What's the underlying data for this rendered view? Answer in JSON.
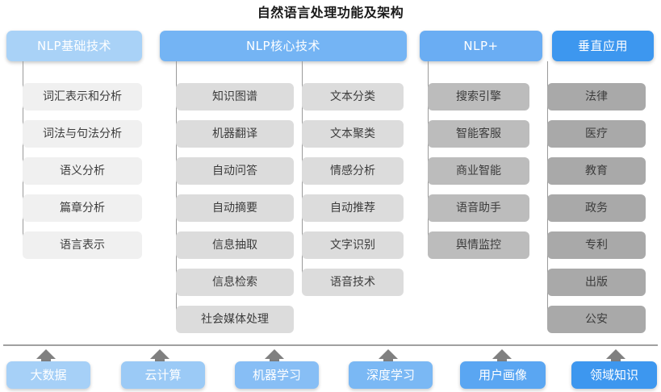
{
  "title": "自然语言处理功能及架构",
  "columns": [
    {
      "id": "nlp-basic",
      "header": "NLP基础技术",
      "header_color": "#a9d2f7",
      "box_color": "#f0f0f0",
      "items": [
        "词汇表示和分析",
        "词法与句法分析",
        "语义分析",
        "篇章分析",
        "语言表示"
      ]
    },
    {
      "id": "nlp-core",
      "header": "NLP核心技术",
      "header_color": "#74b4f4",
      "box_color": "#dcdcdc",
      "items_left": [
        "知识图谱",
        "机器翻译",
        "自动问答",
        "自动摘要",
        "信息抽取",
        "信息检索",
        "社会媒体处理"
      ],
      "items_right": [
        "文本分类",
        "文本聚类",
        "情感分析",
        "自动推荐",
        "文字识别",
        "语音技术"
      ]
    },
    {
      "id": "nlp-plus",
      "header": "NLP+",
      "header_color": "#6aadf3",
      "box_color": "#bcbcbc",
      "items": [
        "搜索引擎",
        "智能客服",
        "商业智能",
        "语音助手",
        "舆情监控"
      ]
    },
    {
      "id": "vertical-apps",
      "header": "垂直应用",
      "header_color": "#3d97ef",
      "box_color": "#a9a9a9",
      "items": [
        "法律",
        "医疗",
        "教育",
        "政务",
        "专利",
        "出版",
        "公安"
      ]
    }
  ],
  "foundation": {
    "arrow_color": "#808080",
    "items": [
      {
        "label": "大数据",
        "color": "#a6d0f7"
      },
      {
        "label": "云计算",
        "color": "#9bcaf6"
      },
      {
        "label": "机器学习",
        "color": "#87bef5"
      },
      {
        "label": "深度学习",
        "color": "#7ab8f4"
      },
      {
        "label": "用户画像",
        "color": "#5aa6f2"
      },
      {
        "label": "领域知识",
        "color": "#3d97ef"
      }
    ]
  },
  "watermark": ""
}
